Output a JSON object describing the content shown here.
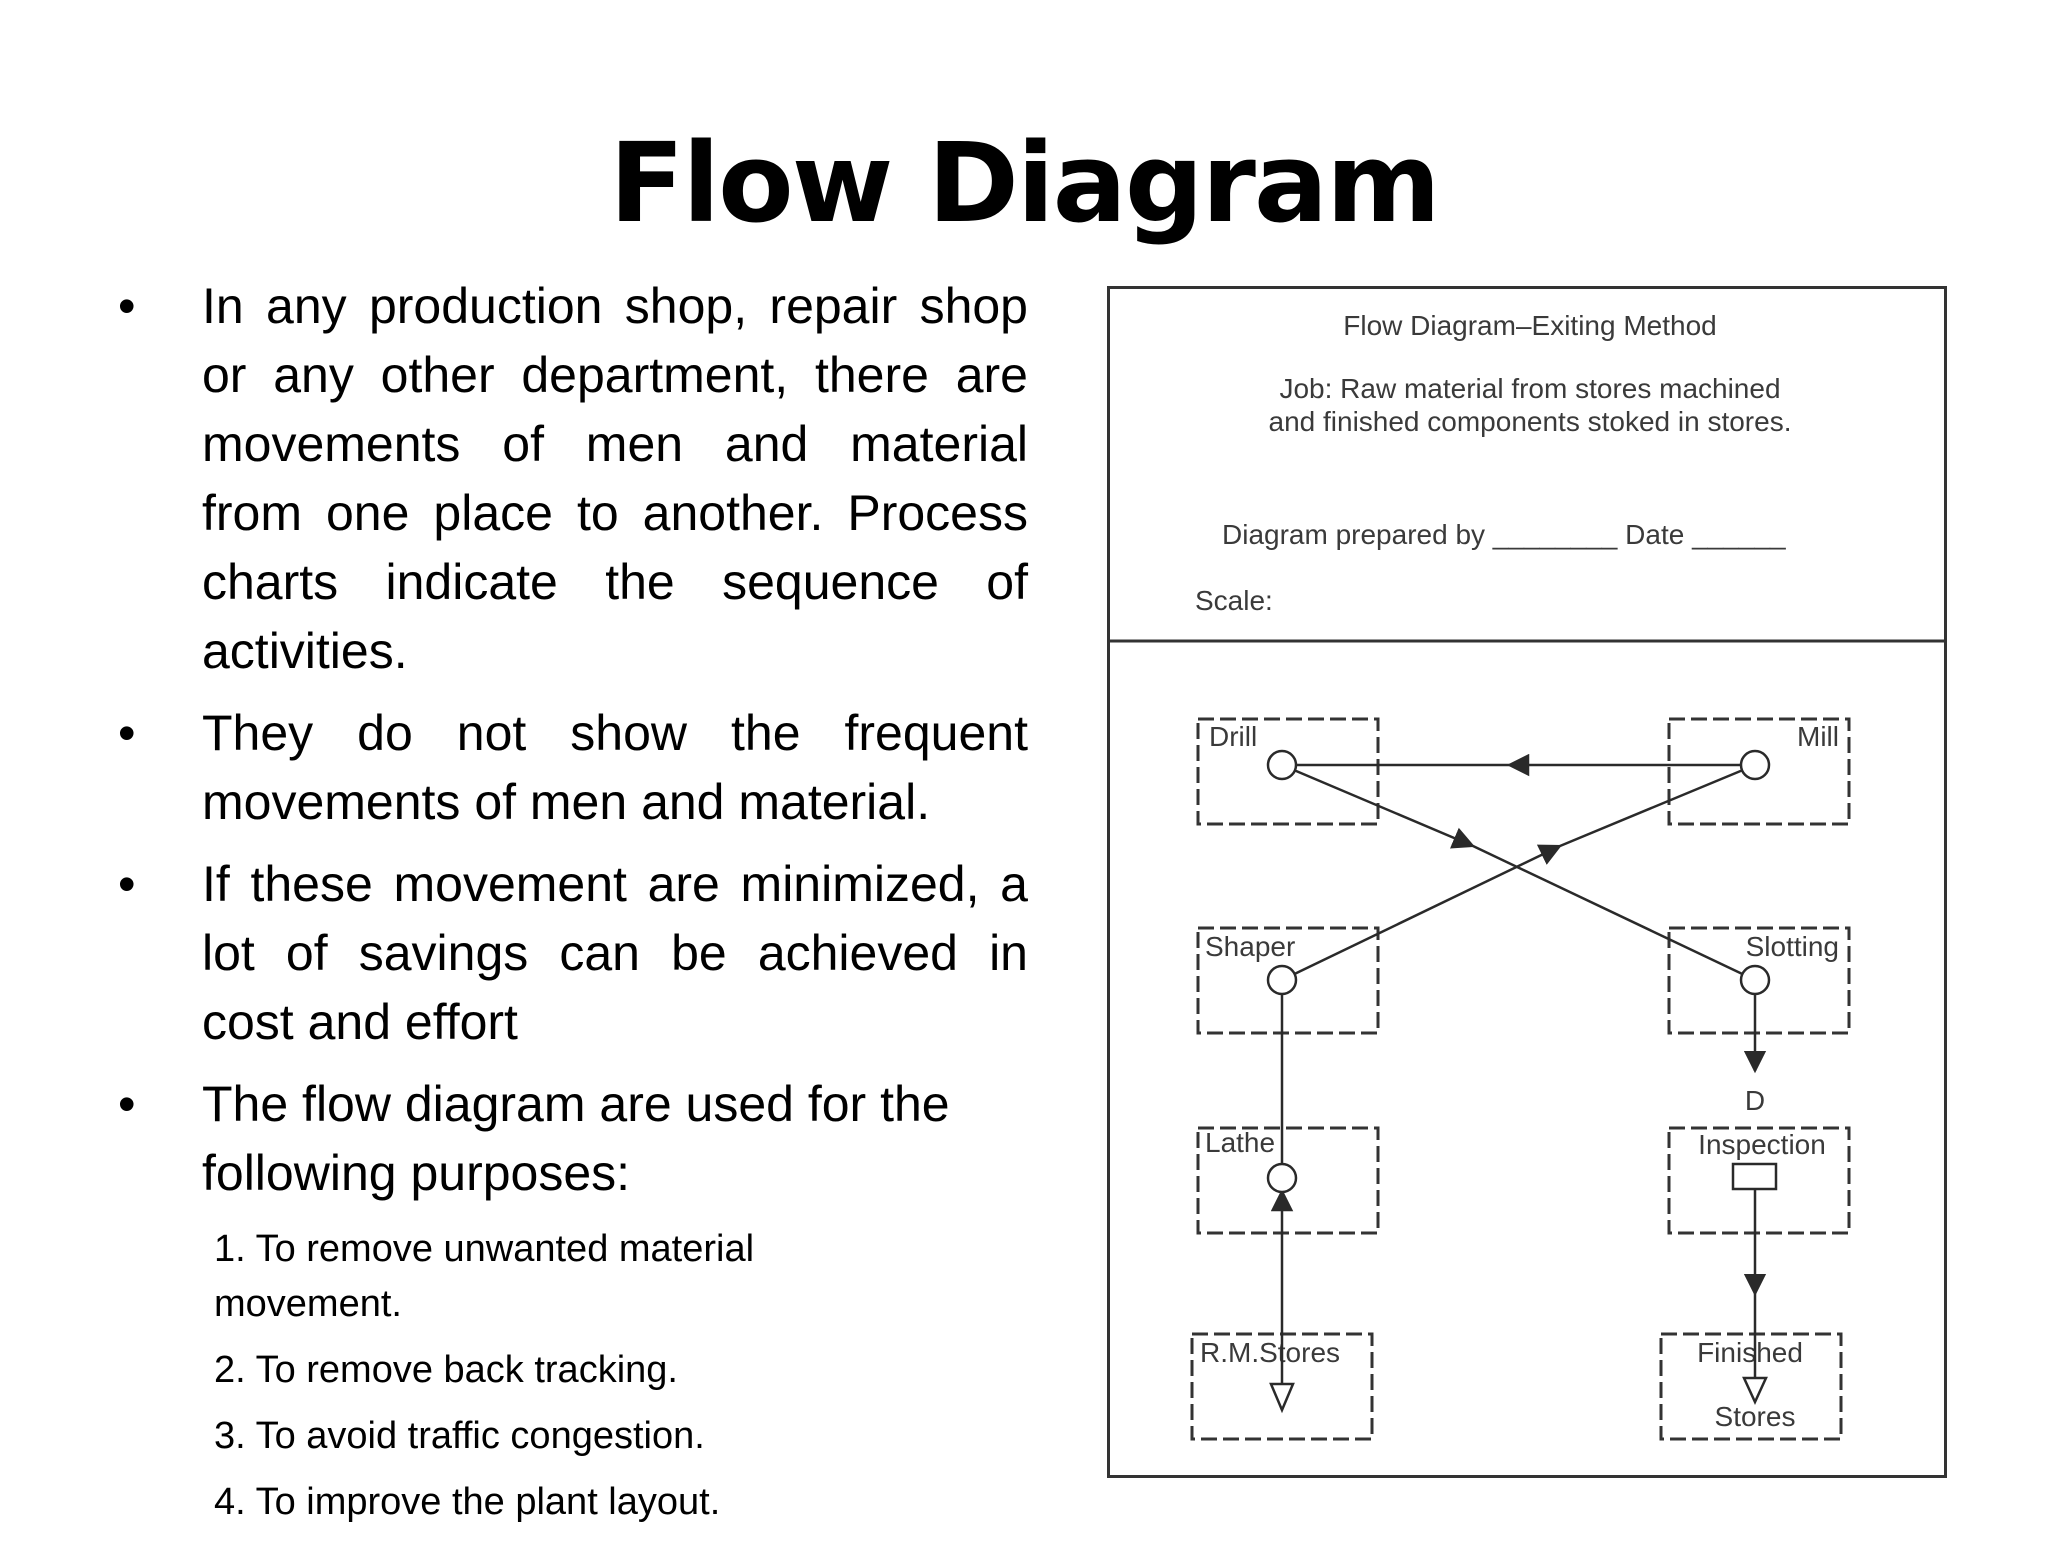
{
  "slide": {
    "title": "Flow Diagram",
    "bullets": [
      {
        "marker": "•",
        "text": "In any production shop, repair shop or any other department, there are movements of men and material from one place to another. Process charts indicate the sequence of activities."
      },
      {
        "marker": "•",
        "text": "They do not show the frequent movements of men and material."
      },
      {
        "marker": "•",
        "text": "If these movement are minimized, a lot of savings can be achieved in cost and effort"
      },
      {
        "marker": "•",
        "text": "The flow diagram are used for the following purposes:"
      }
    ],
    "subitems": [
      "1. To remove unwanted material movement.",
      "2. To remove back tracking.",
      "3. To avoid traffic congestion.",
      "4. To improve the plant layout."
    ]
  },
  "figure": {
    "header": {
      "title": "Flow Diagram–Exiting Method",
      "job_line1": "Job: Raw material from stores machined",
      "job_line2": "and finished components stoked in stores.",
      "prepared_by": "Diagram prepared by ________ Date ______",
      "scale": "Scale:"
    },
    "stations": {
      "drill": "Drill",
      "mill": "Mill",
      "shaper": "Shaper",
      "slotting": "Slotting",
      "lathe": "Lathe",
      "inspection": "Inspection",
      "rm_stores": "R.M.Stores",
      "finished_line1": "Finished",
      "finished_line2": "Stores",
      "delay_symbol": "D"
    }
  }
}
